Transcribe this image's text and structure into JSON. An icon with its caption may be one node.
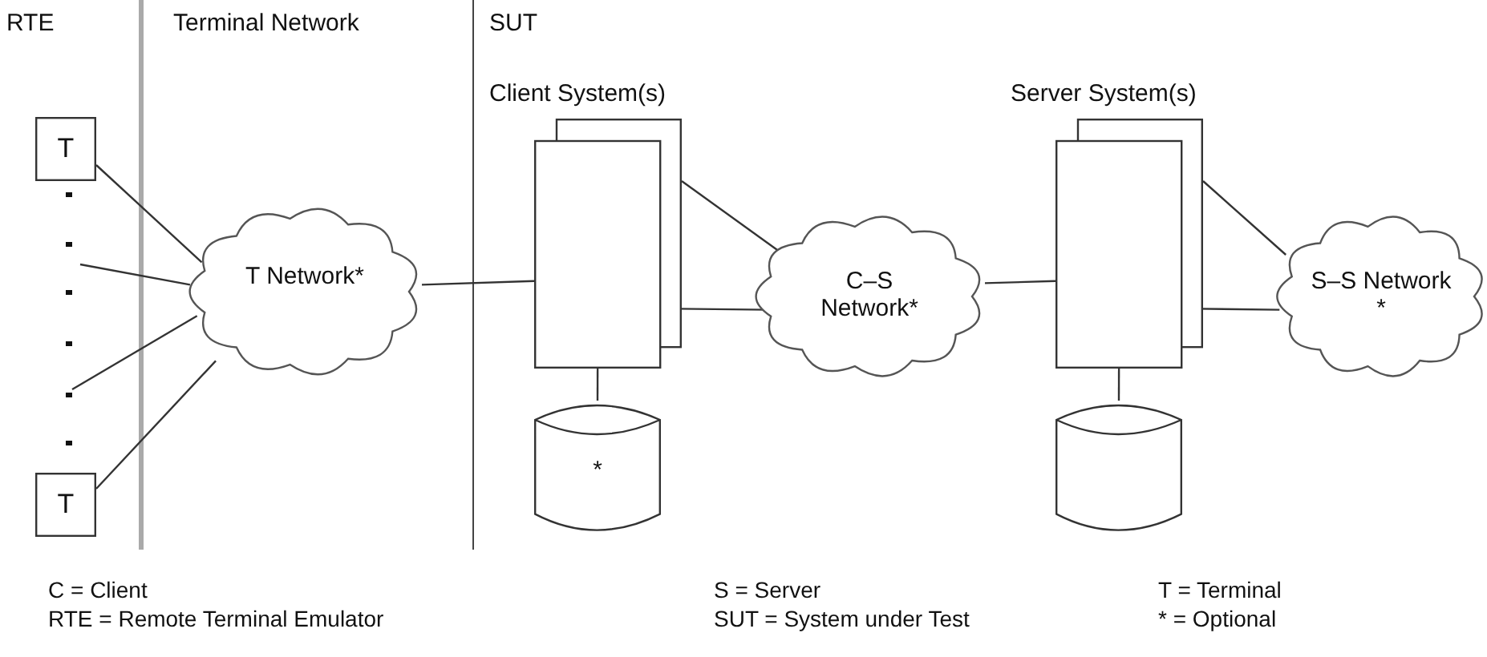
{
  "diagram": {
    "nodes": [
      {
        "text": [
          "T"
        ]
      },
      {
        "text": [
          "T"
        ]
      },
      {
        "text": [
          "T Network*"
        ]
      },
      {
        "text": [
          "Client System(s)"
        ]
      },
      {
        "text": [
          "*"
        ]
      },
      {
        "text": [
          "C–S Network*"
        ]
      },
      {
        "text": [
          "Server System(s)"
        ]
      },
      {
        "text": [],
        "shape": "cylinder"
      },
      {
        "text": [
          "S–S Network *"
        ]
      }
    ],
    "edges": [
      {
        "from": 0,
        "to": 2,
        "arrow": "none"
      },
      {
        "from": null,
        "to": 2,
        "arrow": "none"
      },
      {
        "from": null,
        "to": 2,
        "arrow": "none"
      },
      {
        "from": 1,
        "to": 2,
        "arrow": "none"
      },
      {
        "from": 2,
        "to": 3,
        "arrow": "none"
      },
      {
        "from": 3,
        "to": 5,
        "arrow": "none"
      },
      {
        "from": 3,
        "to": 5,
        "arrow": "none"
      },
      {
        "from": 3,
        "to": 4,
        "arrow": "none"
      },
      {
        "from": 5,
        "to": 6,
        "arrow": "none"
      },
      {
        "from": 6,
        "to": 8,
        "arrow": "none"
      },
      {
        "from": 6,
        "to": 8,
        "arrow": "none"
      },
      {
        "from": 6,
        "to": 7,
        "arrow": "none"
      }
    ],
    "labels": [
      "RTE",
      "Terminal Network",
      "SUT",
      "C = Client",
      "S = Server",
      "T = Terminal",
      "RTE = Remote Terminal Emulator",
      "SUT = System under Test",
      "* = Optional"
    ]
  }
}
